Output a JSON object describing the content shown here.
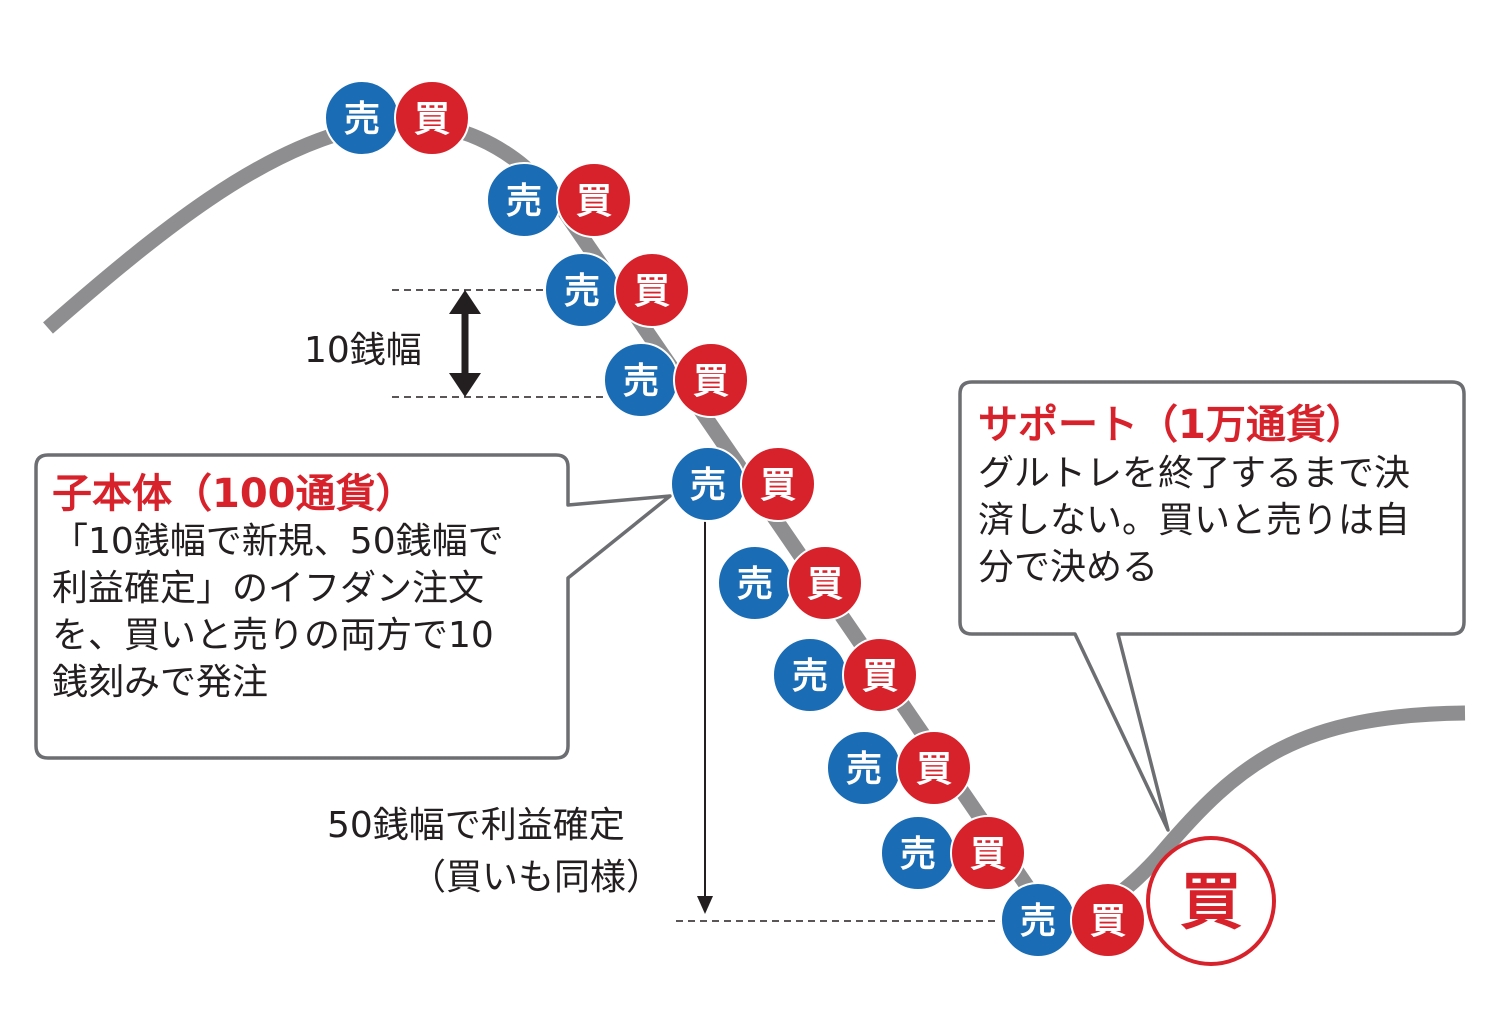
{
  "colors": {
    "sell": "#1a6cb4",
    "buy": "#d7222b",
    "curve": "#8e8e90",
    "callout_border": "#6d6e71",
    "text": "#231f20"
  },
  "badges": {
    "sell_label": "売",
    "buy_label": "買"
  },
  "labels": {
    "grid_width": "10銭幅",
    "profit_line1": "50銭幅で利益確定",
    "profit_line2": "（買いも同様）"
  },
  "child_callout": {
    "title": "子本体（100通貨）",
    "body": [
      "「10銭幅で新規、50銭幅で",
      "利益確定」のイフダン注文",
      "を、買いと売りの両方で10",
      "銭刻みで発注"
    ]
  },
  "support_callout": {
    "title": "サポート（1万通貨）",
    "body": [
      "グルトレを終了するまで決",
      "済しない。買いと売りは自",
      "分で決める"
    ]
  },
  "support_badge_label": "買"
}
